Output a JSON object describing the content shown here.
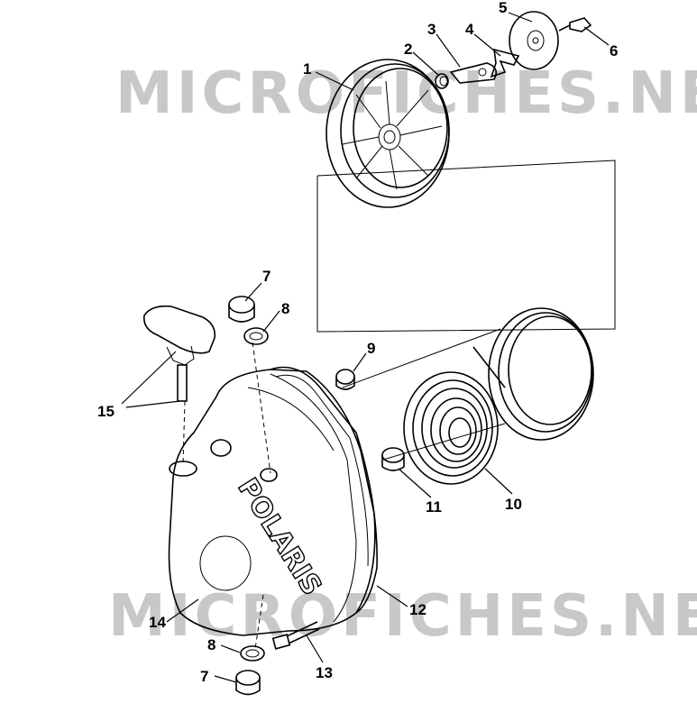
{
  "watermarks": [
    "MICROFICHES.NET",
    "MICROFICHES.NET"
  ],
  "brand_text": "POLARIS",
  "callouts": [
    {
      "id": "c1",
      "text": "1"
    },
    {
      "id": "c2",
      "text": "2"
    },
    {
      "id": "c3",
      "text": "3"
    },
    {
      "id": "c4",
      "text": "4"
    },
    {
      "id": "c5",
      "text": "5"
    },
    {
      "id": "c6",
      "text": "6"
    },
    {
      "id": "c7a",
      "text": "7"
    },
    {
      "id": "c8a",
      "text": "8"
    },
    {
      "id": "c9",
      "text": "9"
    },
    {
      "id": "c10",
      "text": "10"
    },
    {
      "id": "c11",
      "text": "11"
    },
    {
      "id": "c12",
      "text": "12"
    },
    {
      "id": "c13",
      "text": "13"
    },
    {
      "id": "c14",
      "text": "14"
    },
    {
      "id": "c15",
      "text": "15"
    },
    {
      "id": "c8b",
      "text": "8"
    },
    {
      "id": "c7b",
      "text": "7"
    }
  ]
}
